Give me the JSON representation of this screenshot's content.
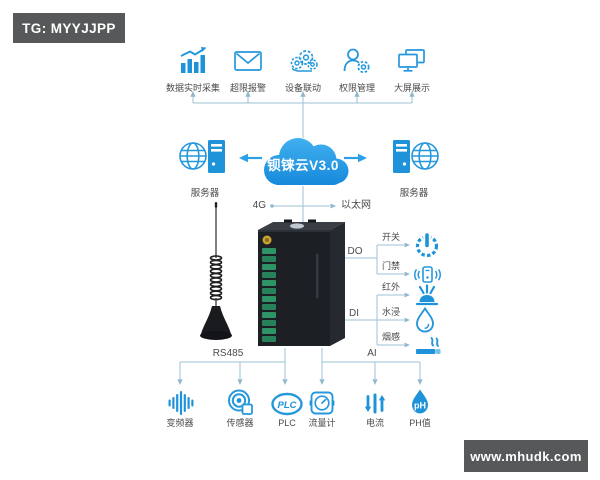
{
  "watermarks": {
    "top_left": "TG: MYYJJPP",
    "bottom_right": "www.mhudk.com"
  },
  "features": [
    {
      "label": "数据实时采集",
      "icon": "chart-icon"
    },
    {
      "label": "超限报警",
      "icon": "mail-icon"
    },
    {
      "label": "设备联动",
      "icon": "cloud-gears-icon"
    },
    {
      "label": "权限管理",
      "icon": "user-gear-icon"
    },
    {
      "label": "大屏展示",
      "icon": "screens-icon"
    }
  ],
  "cloud": {
    "label": "钡铼云V3.0"
  },
  "servers": {
    "left_label": "服务器",
    "right_label": "服务器"
  },
  "uplinks": {
    "left": "4G",
    "right": "以太网"
  },
  "do_group": {
    "label": "DO",
    "items": [
      {
        "label": "开关",
        "icon": "power-icon"
      },
      {
        "label": "门禁",
        "icon": "door-access-icon"
      }
    ]
  },
  "di_group": {
    "label": "DI",
    "items": [
      {
        "label": "红外",
        "icon": "infrared-icon"
      },
      {
        "label": "水浸",
        "icon": "water-drop-icon"
      },
      {
        "label": "烟感",
        "icon": "smoke-detector-icon"
      }
    ]
  },
  "rs485_group": {
    "label": "RS485",
    "items": [
      {
        "label": "变频器",
        "icon": "waveform-icon"
      },
      {
        "label": "传感器",
        "icon": "sensor-icon"
      },
      {
        "label": "PLC",
        "icon": "plc-icon"
      }
    ]
  },
  "ai_group": {
    "label": "AI",
    "items": [
      {
        "label": "流量计",
        "icon": "flow-meter-icon"
      },
      {
        "label": "电流",
        "icon": "current-icon"
      },
      {
        "label": "PH值",
        "icon": "ph-icon",
        "icon_text": "pH"
      }
    ]
  },
  "colors": {
    "primary": "#2196dd",
    "cloud_top": "#46b4f2",
    "cloud_bottom": "#1184d8",
    "badge_bg": "#57585a",
    "line": "#9cc0d4",
    "text": "#4a4a4a"
  }
}
